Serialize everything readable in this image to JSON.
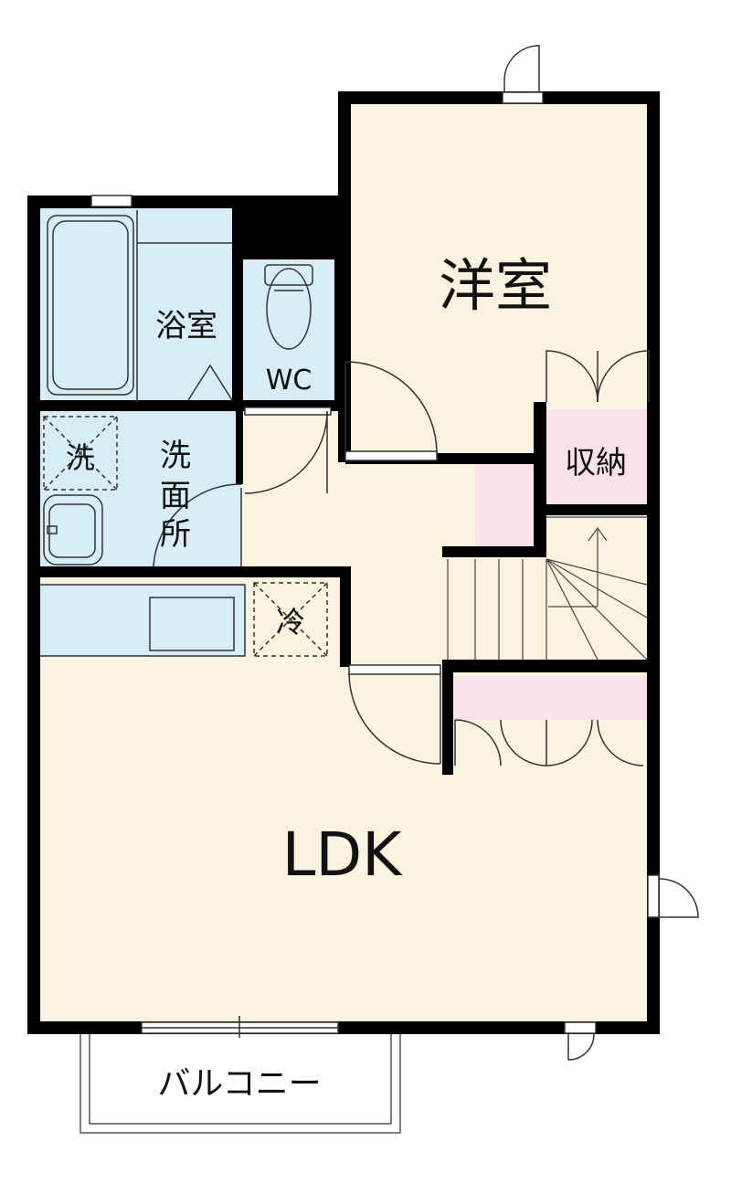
{
  "rooms": {
    "western_room": "洋室",
    "storage": "収納",
    "bathroom": "浴室",
    "toilet": "WC",
    "washroom": [
      "洗",
      "面",
      "所"
    ],
    "washer": "洗",
    "fridge": "冷",
    "ldk": "LDK",
    "balcony": "バルコニー"
  },
  "colors": {
    "floor": "#fbf3e0",
    "wet_area": "#d7eef8",
    "storage": "#f8e3ec",
    "wall": "#000000"
  }
}
